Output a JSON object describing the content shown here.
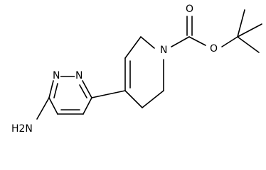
{
  "molecule": {
    "atoms": {
      "amine": "H2N",
      "ring_n1": "N",
      "ring_n2": "N",
      "piperidine_n": "N",
      "carbonyl_o": "O",
      "ester_o": "O"
    }
  }
}
